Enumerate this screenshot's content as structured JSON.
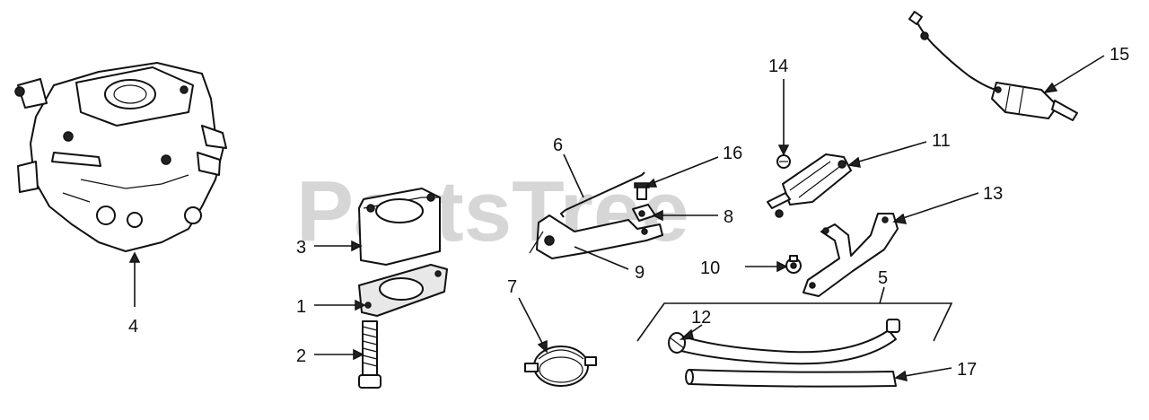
{
  "watermark": {
    "text": "PartsTree",
    "color": "#c9c9c9"
  },
  "callouts": [
    {
      "id": "label-1",
      "text": "1"
    },
    {
      "id": "label-2",
      "text": "2"
    },
    {
      "id": "label-3",
      "text": "3"
    },
    {
      "id": "label-4",
      "text": "4"
    },
    {
      "id": "label-5",
      "text": "5"
    },
    {
      "id": "label-6",
      "text": "6"
    },
    {
      "id": "label-7",
      "text": "7"
    },
    {
      "id": "label-8",
      "text": "8"
    },
    {
      "id": "label-9",
      "text": "9"
    },
    {
      "id": "label-10",
      "text": "10"
    },
    {
      "id": "label-11",
      "text": "11"
    },
    {
      "id": "label-12",
      "text": "12"
    },
    {
      "id": "label-13",
      "text": "13"
    },
    {
      "id": "label-14",
      "text": "14"
    },
    {
      "id": "label-15",
      "text": "15"
    },
    {
      "id": "label-16",
      "text": "16"
    },
    {
      "id": "label-17",
      "text": "17"
    }
  ]
}
